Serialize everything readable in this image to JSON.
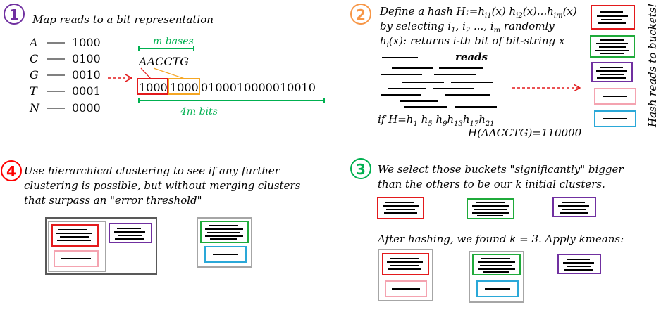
{
  "step1": {
    "number": "1",
    "title": "Map reads to a bit representation",
    "bases": [
      {
        "letter": "A",
        "bits": "1000"
      },
      {
        "letter": "C",
        "bits": "0100"
      },
      {
        "letter": "G",
        "bits": "0010"
      },
      {
        "letter": "T",
        "bits": "0001"
      },
      {
        "letter": "N",
        "bits": "0000"
      }
    ],
    "m_bases_label": "m bases",
    "sequence": "AACCTG",
    "bits_first": "1000",
    "bits_second": "1000",
    "bits_rest": "0100010000010010",
    "bits_label": "4m bits"
  },
  "step2": {
    "number": "2",
    "line1_prefix": "Define a hash H:=h",
    "line1_sub1": "i1",
    "line1_mid1": "(x) h",
    "line1_sub2": "i2",
    "line1_mid2": "(x)...h",
    "line1_sub3": "im",
    "line1_end": "(x)",
    "line2_prefix": "by selecting i",
    "line2_sub1": "1",
    "line2_mid1": ", i",
    "line2_sub2": "2",
    "line2_mid2": " ..., i",
    "line2_sub3": "m",
    "line2_end": " randomly",
    "line3_prefix": "h",
    "line3_sub": "i",
    "line3_end": "(x): returns i-th bit of bit-string x",
    "reads_label": "reads",
    "hash_prefix": "if H=h",
    "hash_terms": [
      {
        "sub": "1",
        "after": " h"
      },
      {
        "sub": "5",
        "after": " h"
      },
      {
        "sub": "9",
        "after": "h"
      },
      {
        "sub": "13",
        "after": "h"
      },
      {
        "sub": "17",
        "after": "h"
      },
      {
        "sub": "21",
        "after": ""
      }
    ],
    "hash_result": "H(AACCTG)=110000",
    "side_label": "Hash reads to buckets!"
  },
  "step3": {
    "number": "3",
    "line1": "We select those buckets \"significantly\" bigger",
    "line2": "than the others to be our k initial clusters.",
    "line3": "After hashing, we found k = 3. Apply kmeans:"
  },
  "step4": {
    "number": "4",
    "line1": "Use hierarchical clustering to see if any further",
    "line2": "clustering is possible, but without merging clusters",
    "line3": "that surpass an \"error threshold\""
  },
  "colors": {
    "step1": "#7030a0",
    "step2": "#f79646",
    "step3": "#00b050",
    "step4": "#ff0000",
    "m_label": "#00b050",
    "red": "#e31a1c",
    "orange": "#f5a623",
    "green": "#1faa3a",
    "purple": "#7030a0",
    "pink": "#f4a3b0",
    "blue": "#2aa8d8",
    "gray": "#a6a6a6",
    "dark": "#595959"
  }
}
